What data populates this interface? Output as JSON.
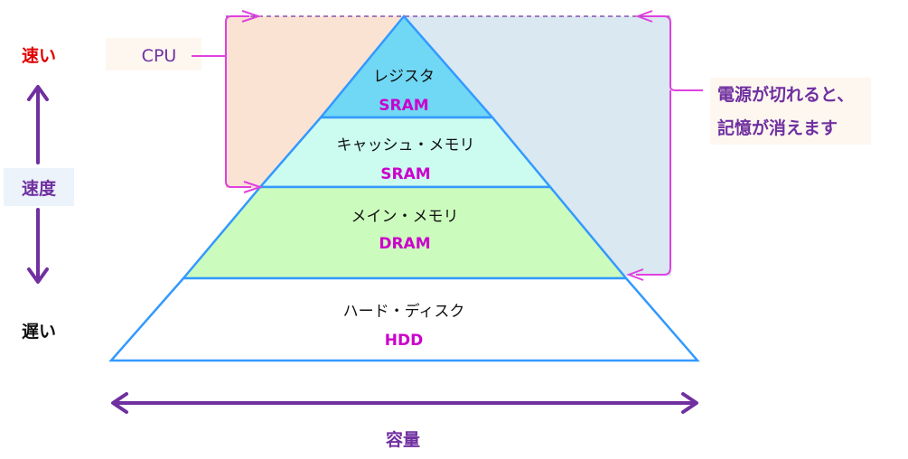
{
  "colors": {
    "pyramid_stroke": "#3399ff",
    "cpu_region": "#fbe3d3",
    "volatile_region": "#d9e8f1",
    "register_fill": "#70d8f4",
    "cache_fill": "#ccfcef",
    "main_memory_fill": "#ccfcbd",
    "disk_fill": "#ffffff",
    "tech_text": "#cc00cc",
    "magenta": "#e040e0",
    "purple": "#7030a0",
    "fast_text": "#e00000",
    "slow_text": "#111111"
  },
  "levels": [
    {
      "name": "レジスタ",
      "tech": "SRAM"
    },
    {
      "name": "キャッシュ・メモリ",
      "tech": "SRAM"
    },
    {
      "name": "メイン・メモリ",
      "tech": "DRAM"
    },
    {
      "name": "ハード・ディスク",
      "tech": "HDD"
    }
  ],
  "cpu_label": "CPU",
  "volatile_note": [
    "電源が切れると、",
    "記憶が消えます"
  ],
  "speed_axis": {
    "fast": "速い",
    "label": "速度",
    "slow": "遅い"
  },
  "capacity_label": "容量"
}
